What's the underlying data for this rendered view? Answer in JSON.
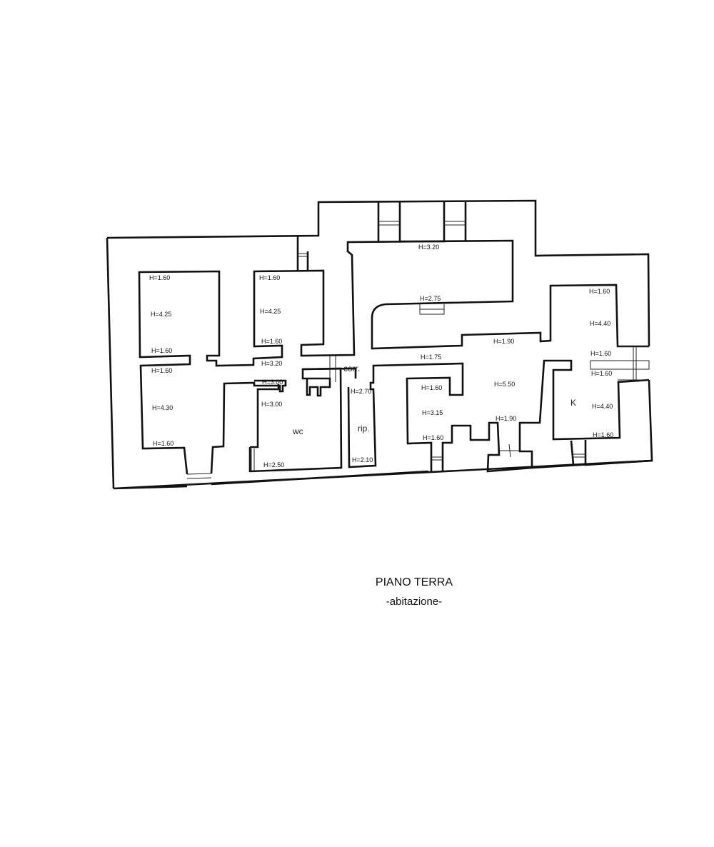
{
  "plan": {
    "title": "PIANO TERRA",
    "subtitle": "-abitazione-",
    "rooms": {
      "wc": "wc",
      "corr": "corr.",
      "rip": "rip.",
      "k": "K"
    },
    "heights": [
      "H=1.60",
      "H=4.25",
      "H=1.60",
      "H=1.60",
      "H=4.30",
      "H=1.60",
      "H=1.60",
      "H=4.25",
      "H=1.60",
      "H=3.20",
      "H=3.00",
      "H=3.00",
      "H=2.50",
      "H=2.70",
      "H=2.10",
      "H=3.20",
      "H=2.75",
      "H=1.90",
      "H=1.75",
      "H=1.60",
      "H=3.15",
      "H=1.60",
      "H=5.50",
      "H=1.90",
      "H=1.60",
      "H=4.40",
      "H=1.60",
      "H=1.60",
      "H=4.40",
      "H=1.60"
    ]
  }
}
